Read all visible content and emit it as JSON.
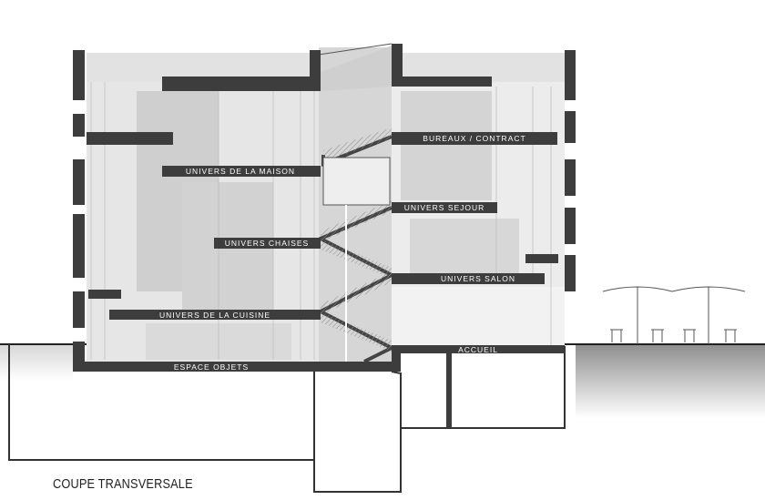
{
  "drawing": {
    "title": "COUPE TRANSVERSALE",
    "labels": {
      "bureaux": "BUREAUX / CONTRACT",
      "maison": "UNIVERS DE LA MAISON",
      "sejour": "UNIVERS SEJOUR",
      "chaises": "UNIVERS CHAISES",
      "salon": "UNIVERS SALON",
      "cuisine": "UNIVERS DE LA CUISINE",
      "accueil": "ACCUEIL",
      "objets": "ESPACE OBJETS"
    },
    "colors": {
      "slab": "#3d3d3d",
      "interior": "#d9d9d9",
      "ground": "#9a9a9a"
    }
  }
}
